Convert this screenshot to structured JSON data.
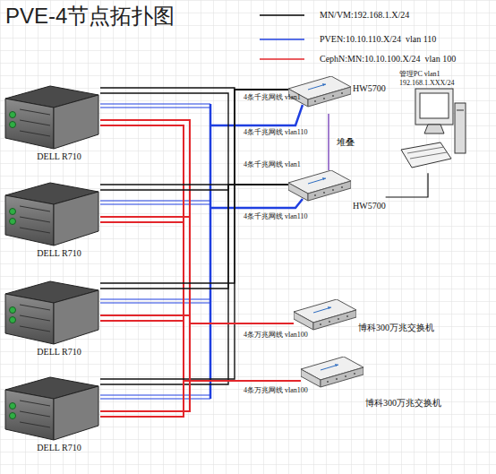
{
  "diagram": {
    "title": "PVE-4节点拓扑图",
    "nodes": [
      {
        "text": [
          "DELL R710"
        ]
      },
      {
        "text": [
          "DELL R710"
        ]
      },
      {
        "text": [
          "DELL R710"
        ]
      },
      {
        "text": [
          "DELL R710"
        ]
      },
      {
        "text": [
          "HW5700"
        ]
      },
      {
        "text": [
          "HW5700"
        ]
      },
      {
        "text": [
          "管理PC vlan1",
          "192.168.1.XXX/24"
        ]
      },
      {
        "text": [
          "博科300万兆交换机"
        ]
      },
      {
        "text": [
          "博科300万兆交换机"
        ]
      }
    ],
    "edges": [
      {
        "from": 0,
        "to": 4,
        "arrow": "none"
      },
      {
        "from": 0,
        "to": 5,
        "arrow": "none"
      },
      {
        "from": 0,
        "to": 7,
        "arrow": "none"
      },
      {
        "from": 0,
        "to": 8,
        "arrow": "none"
      },
      {
        "from": 1,
        "to": 4,
        "arrow": "none"
      },
      {
        "from": 1,
        "to": 5,
        "arrow": "none"
      },
      {
        "from": 1,
        "to": 7,
        "arrow": "none"
      },
      {
        "from": 1,
        "to": 8,
        "arrow": "none"
      },
      {
        "from": 2,
        "to": 4,
        "arrow": "none"
      },
      {
        "from": 2,
        "to": 5,
        "arrow": "none"
      },
      {
        "from": 2,
        "to": 7,
        "arrow": "none"
      },
      {
        "from": 2,
        "to": 8,
        "arrow": "none"
      },
      {
        "from": 3,
        "to": 4,
        "arrow": "none"
      },
      {
        "from": 3,
        "to": 5,
        "arrow": "none"
      },
      {
        "from": 3,
        "to": 7,
        "arrow": "none"
      },
      {
        "from": 3,
        "to": 8,
        "arrow": "none"
      },
      {
        "from": 4,
        "to": 5,
        "label": "堆叠",
        "arrow": "none"
      },
      {
        "from": 5,
        "to": 6,
        "arrow": "none"
      }
    ],
    "labels": [
      "4条千兆网线 vlan1",
      "4条千兆网线 vlan110",
      "4条千兆网线 vlan1",
      "4条千兆网线 vlan110",
      "4条万兆网线 vlan100",
      "4条万兆网线 vlan100"
    ],
    "legend": [
      {
        "text": "MN/VM:192.168.1.X/24"
      },
      {
        "text": "PVEN:10.10.110.X/24  vlan 110"
      },
      {
        "text": "CephN:MN:10.10.100.X/24  vlan 100"
      }
    ]
  }
}
